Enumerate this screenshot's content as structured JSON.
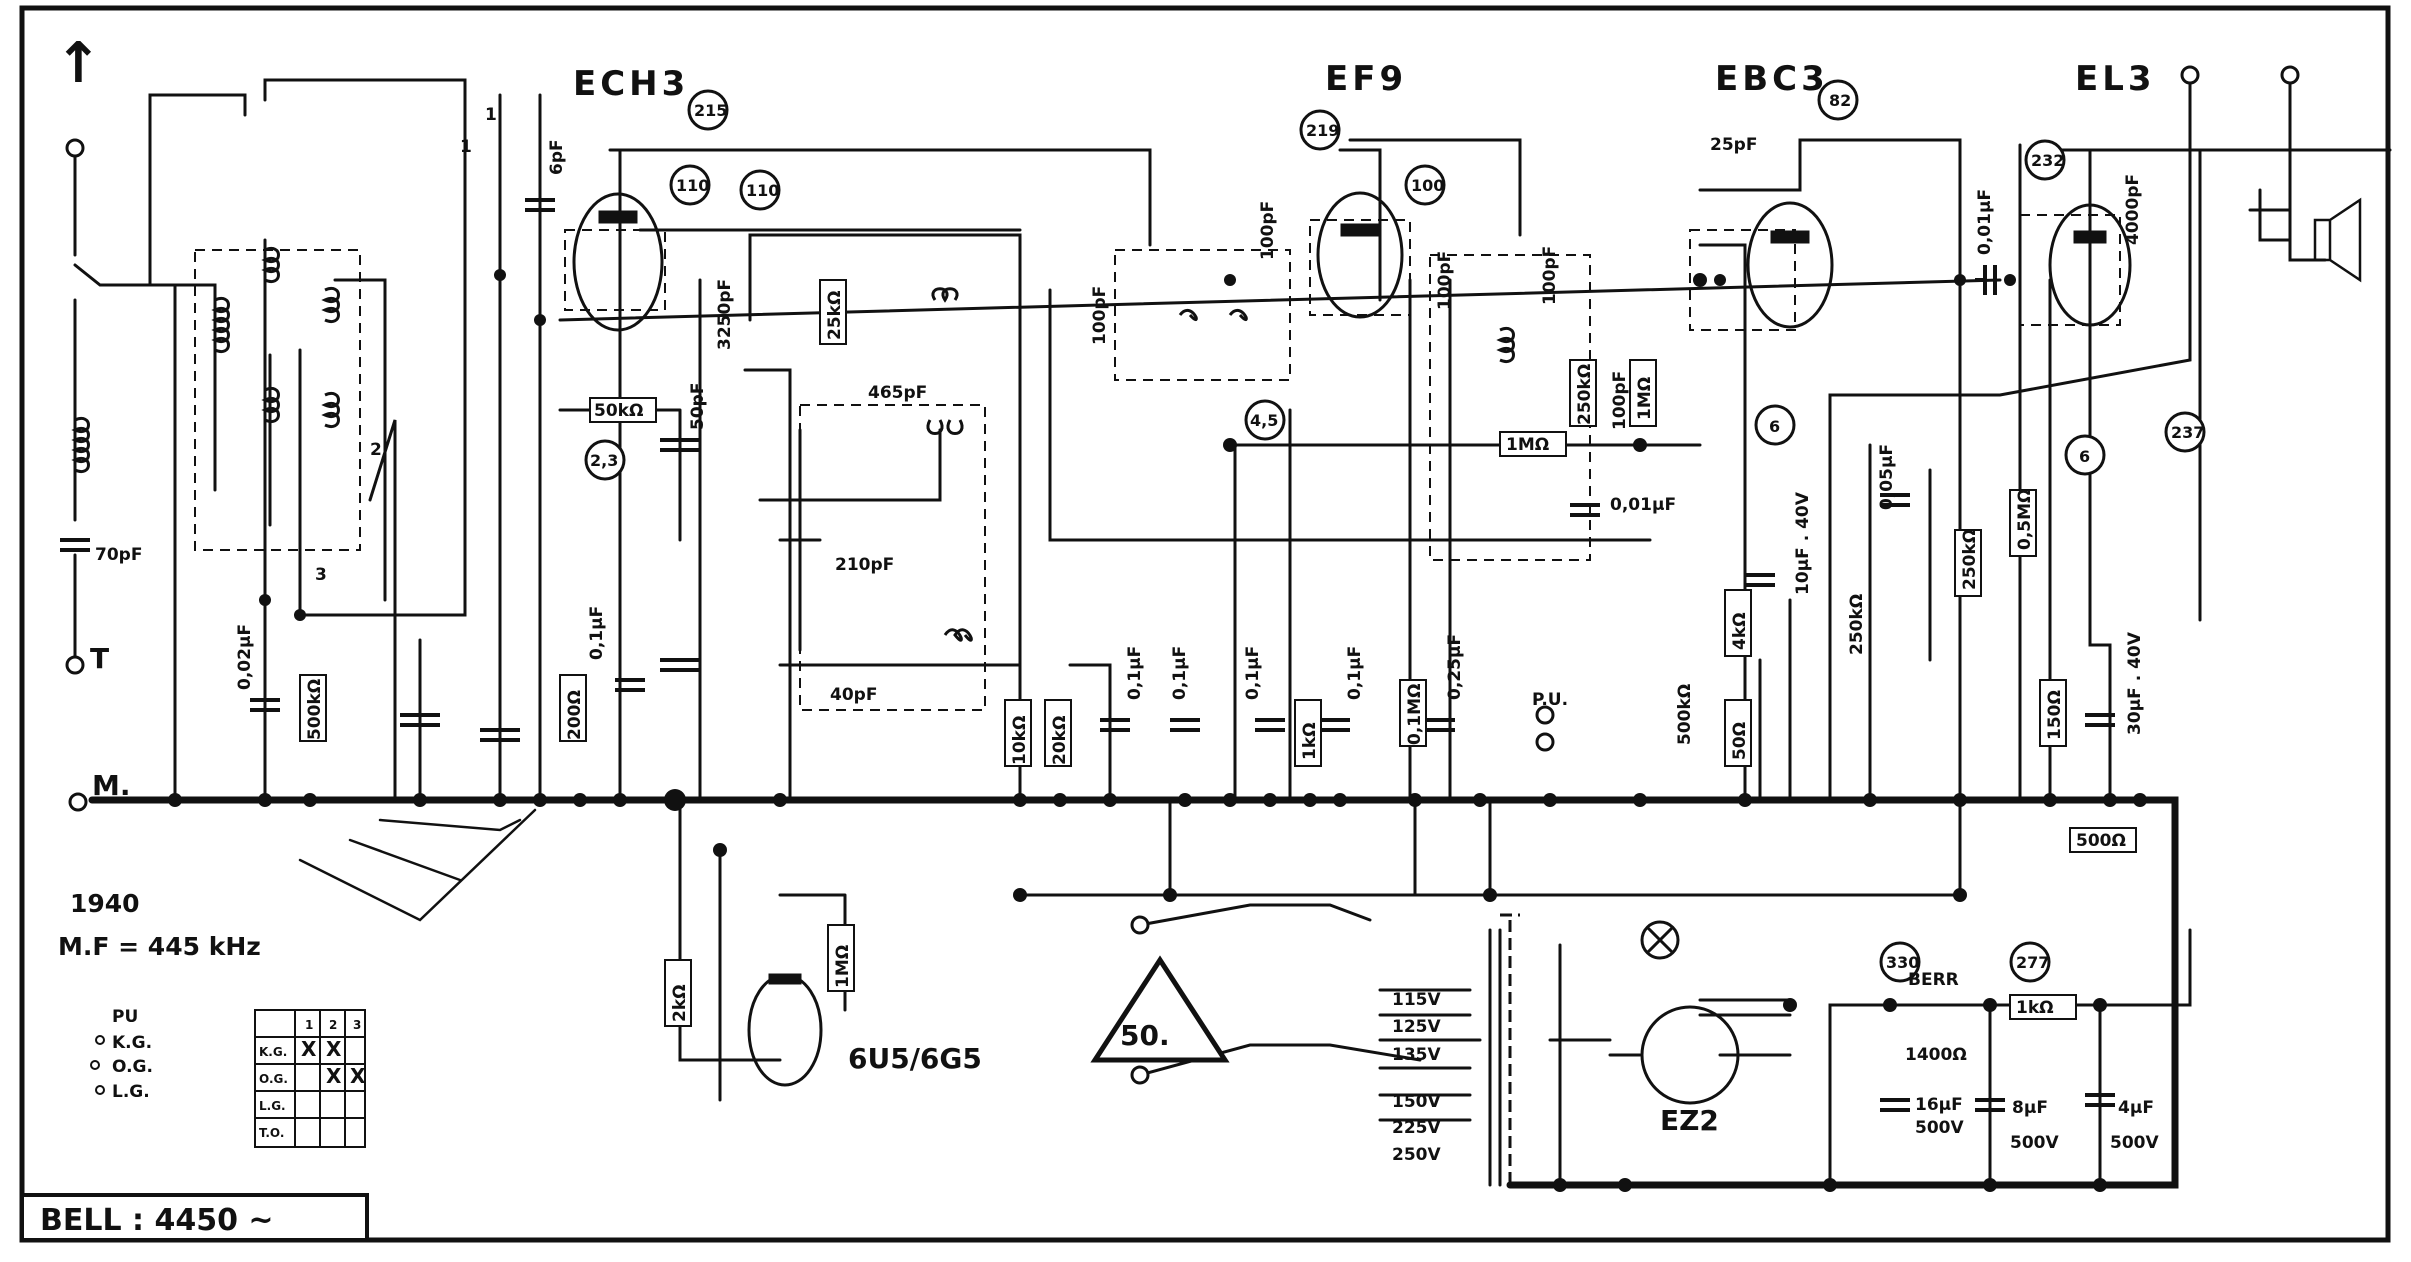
{
  "tubes": {
    "t1": "ECH3",
    "t2": "EF9",
    "t3": "EBC3",
    "t4": "EL3",
    "t5": "6U5/6G5",
    "t6": "EZ2"
  },
  "refs": {
    "r215": "215",
    "r110a": "110",
    "r110b": "110",
    "r219": "219",
    "r100": "100",
    "r82": "82",
    "r232": "232",
    "r23": "2,3",
    "r45": "4,5",
    "r6a": "6",
    "r6b": "6",
    "r237": "237",
    "r330": "330",
    "r277": "277"
  },
  "caps": {
    "c70": "70pF",
    "c6": "6pF",
    "c3250": "3250pF",
    "c50": "50pF",
    "c465": "465pF",
    "c210": "210pF",
    "c40": "40pF",
    "c100a": "100pF",
    "c100b": "100pF",
    "c100c": "100pF",
    "c100d": "100pF",
    "c100e": "100pF",
    "c25": "25pF",
    "c001a": "0,01µF",
    "c001b": "0,01µF",
    "c4000": "4000pF",
    "c002": "0,02µF",
    "c01a": "0,1µF",
    "c01b": "0,1µF",
    "c01c": "0,1µF",
    "c01d": "0,1µF",
    "c01e": "0,1µF",
    "c025": "0,25µF",
    "c005": "0,05µF",
    "c10": "10µF . 40V",
    "c30": "30µF . 40V",
    "c16": "16µF",
    "c16v": "500V",
    "c8": "8µF",
    "c8v": "500V",
    "c4": "4µF",
    "c4v": "500V"
  },
  "resistors": {
    "r50k": "50kΩ",
    "r25k": "25kΩ",
    "r500k": "500kΩ",
    "r200": "200Ω",
    "r10k": "10kΩ",
    "r20k": "20kΩ",
    "r1k": "1kΩ",
    "r01M": "0,1MΩ",
    "r1Ma": "1MΩ",
    "r250k": "250kΩ",
    "r1Mb": "1MΩ",
    "r500kv": "500kΩ",
    "r4k": "4kΩ",
    "r50": "50Ω",
    "r250kb": "250kΩ",
    "r250kc": "250kΩ",
    "r05M": "0,5MΩ",
    "r150": "150Ω",
    "r500": "500Ω",
    "r2k": "2kΩ",
    "r1Mc": "1MΩ",
    "r1k2": "1kΩ",
    "r1400": "1400Ω",
    "berr": "BERR"
  },
  "labels": {
    "arrow": "↑",
    "T": "T",
    "M": "M.",
    "PU": "P.U.",
    "sw1": "1",
    "sw1b": "1",
    "sw2": "2",
    "sw3": "3",
    "year": "1940",
    "mf": "M.F = 445 kHz",
    "fifty": "50."
  },
  "voltages": [
    "115V",
    "125V",
    "135V",
    "150V",
    "225V",
    "250V"
  ],
  "legend": {
    "pu": "PU",
    "kg": "K.G.",
    "og": "O.G.",
    "lg": "L.G."
  },
  "table": {
    "header": [
      "",
      "1",
      "2",
      "3"
    ],
    "rows": [
      [
        "K.G.",
        "X",
        "X",
        ""
      ],
      [
        "O.G.",
        "",
        "X",
        "X"
      ],
      [
        "L.G.",
        "",
        "",
        ""
      ],
      [
        "T.O.",
        "",
        "",
        ""
      ]
    ]
  },
  "footer": {
    "title": "BELL : 4450  ~"
  }
}
